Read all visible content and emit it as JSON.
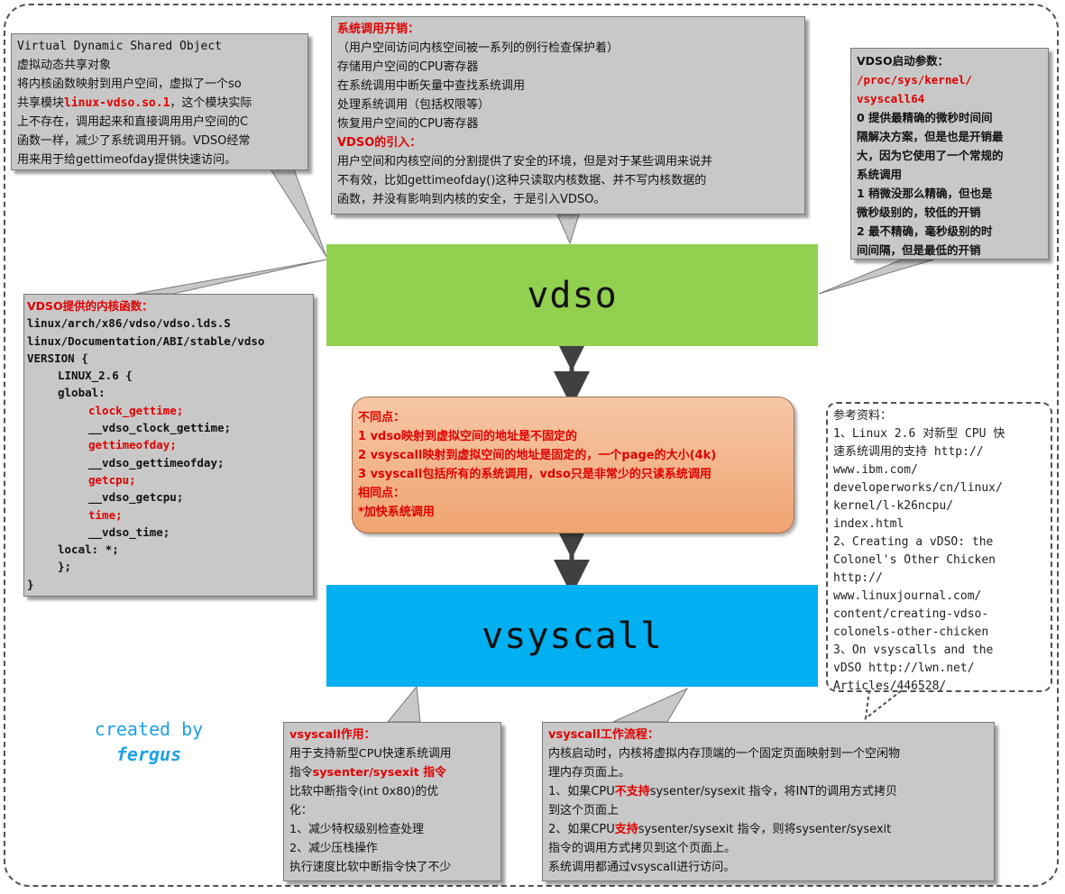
{
  "boxes": {
    "vdso_label": "vdso",
    "vsyscall_label": "vsyscall"
  },
  "vdso_intro": {
    "lines": [
      "Virtual Dynamic Shared Object",
      "虚拟动态共享对象",
      "将内核函数映射到用户空间，虚拟了一个so"
    ],
    "l4_pre": "共享模块",
    "l4_red": "linux-vdso.so.1",
    "l4_post": "，这个模块实际",
    "rest": [
      "上不存在，调用起来和直接调用用户空间的C",
      "函数一样，减少了系统调用开销。VDSO经常",
      "用来用于给gettimeofday提供快速访问。"
    ]
  },
  "syscall_cost": {
    "title": "系统调用开销：",
    "lines": [
      "（用户空间访问内核空间被一系列的例行检查保护着）",
      "存储用户空间的CPU寄存器",
      "在系统调用中断矢量中查找系统调用",
      "处理系统调用（包括权限等）",
      "恢复用户空间的CPU寄存器"
    ],
    "title2": "VDSO的引入：",
    "lines2": [
      "用户空间和内核空间的分割提供了安全的环境，但是对于某些调用来说并",
      "不有效，比如gettimeofday()这种只读取内核数据、并不写内核数据的",
      "函数，并没有影响到内核的安全，于是引入VDSO。"
    ]
  },
  "vdso_params": {
    "title": "VDSO启动参数：",
    "path": [
      "/proc/sys/kernel/",
      "vsyscall64"
    ],
    "lines": [
      "0 提供最精确的微秒时间间",
      "隔解决方案，但是也是开销最",
      "大，因为它使用了一个常规的",
      "系统调用",
      "1 稍微没那么精确，但也是",
      "微秒级别的，较低的开销",
      "2 最不精确，毫秒级别的时",
      "间间隔，但是最低的开销"
    ]
  },
  "kernel_funcs": {
    "title": "VDSO提供的内核函数：",
    "l1": "linux/arch/x86/vdso/vdso.lds.S",
    "l2": "linux/Documentation/ABI/stable/vdso",
    "l3": "VERSION {",
    "l4": "LINUX_2.6 {",
    "l5": "global:",
    "f1": "clock_gettime;",
    "f1b": "__vdso_clock_gettime;",
    "f2": "gettimeofday;",
    "f2b": "__vdso_gettimeofday;",
    "f3": "getcpu;",
    "f3b": "__vdso_getcpu;",
    "f4": "time;",
    "f4b": "__vdso_time;",
    "l6": "local: *;",
    "l7": "};",
    "l8": "}"
  },
  "differences": {
    "lines": [
      "不同点：",
      "1 vdso映射到虚拟空间的地址是不固定的",
      "2 vsyscall映射到虚拟空间的地址是固定的，一个page的大小(4k)",
      "3 vsyscall包括所有的系统调用，vdso只是非常少的只读系统调用",
      "相同点：",
      "*加快系统调用"
    ]
  },
  "references": {
    "lines": [
      "参考资料：",
      "1、Linux 2.6 对新型 CPU 快",
      "速系统调用的支持 http://",
      "www.ibm.com/",
      "developerworks/cn/linux/",
      "kernel/l-k26ncpu/",
      "index.html",
      "2、Creating a vDSO: the",
      "Colonel's Other Chicken",
      "http://",
      "www.linuxjournal.com/",
      "content/creating-vdso-",
      "colonels-other-chicken",
      "3、On vsyscalls and the",
      "vDSO http://lwn.net/",
      "Articles/446528/"
    ]
  },
  "vsyscall_role": {
    "title": "vsyscall作用：",
    "l1": "用于支持新型CPU快速系统调用",
    "l2_pre": "指令",
    "l2_red": "sysenter/sysexit 指令",
    "rest": [
      "比软中断指令(int 0x80)的优",
      "化：",
      "1、减少特权级别检查处理",
      "2、减少压栈操作",
      "执行速度比软中断指令快了不少"
    ]
  },
  "vsyscall_flow": {
    "title": "vsyscall工作流程：",
    "l1": "内核启动时，内核将虚拟内存顶端的一个固定页面映射到一个空闲物",
    "l2": "理内存页面上。",
    "l3_pre": "1、如果CPU",
    "l3_red": "不支持",
    "l3_post": "sysenter/sysexit 指令，将INT的调用方式拷贝",
    "l4": "到这个页面上",
    "l5_pre": "2、如果CPU",
    "l5_red": "支持",
    "l5_post": "sysenter/sysexit 指令，则将sysenter/sysexit",
    "l6": "指令的调用方式拷贝到这个页面上。",
    "l7": "系统调用都通过vsyscall进行访问。"
  },
  "credit": {
    "line1": "created by",
    "line2": "fergus"
  },
  "colors": {
    "vdso": "#92d050",
    "vsyscall": "#00b0f0",
    "highlight": "#e00000",
    "callout": "#c8c8c8",
    "credit": "#1ea0e8"
  }
}
